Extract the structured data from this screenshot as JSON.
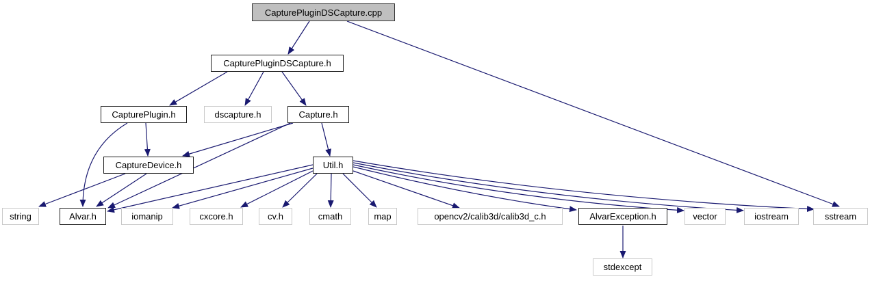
{
  "diagram": {
    "kind": "include-dependency-graph",
    "root_file": "CapturePluginDSCapture.cpp",
    "colors": {
      "edge": "#191970",
      "node_fill": "#ffffff",
      "main_node_fill": "#bfbfbf",
      "doc_node_border": "#1c1c1c",
      "plain_node_border": "#c8c8c8",
      "text": "#000000",
      "background": "#ffffff"
    }
  },
  "nodes": [
    {
      "id": "cpp",
      "label": "CapturePluginDSCapture.cpp",
      "type": "main"
    },
    {
      "id": "hdr",
      "label": "CapturePluginDSCapture.h",
      "type": "doc"
    },
    {
      "id": "captureplugin",
      "label": "CapturePlugin.h",
      "type": "doc"
    },
    {
      "id": "dscapture",
      "label": "dscapture.h",
      "type": "plain"
    },
    {
      "id": "capture",
      "label": "Capture.h",
      "type": "doc"
    },
    {
      "id": "capturedevice",
      "label": "CaptureDevice.h",
      "type": "doc"
    },
    {
      "id": "util",
      "label": "Util.h",
      "type": "doc"
    },
    {
      "id": "string",
      "label": "string",
      "type": "plain"
    },
    {
      "id": "alvar",
      "label": "Alvar.h",
      "type": "doc"
    },
    {
      "id": "iomanip",
      "label": "iomanip",
      "type": "plain"
    },
    {
      "id": "cxcore",
      "label": "cxcore.h",
      "type": "plain"
    },
    {
      "id": "cv",
      "label": "cv.h",
      "type": "plain"
    },
    {
      "id": "cmath",
      "label": "cmath",
      "type": "plain"
    },
    {
      "id": "map",
      "label": "map",
      "type": "plain"
    },
    {
      "id": "calib3d",
      "label": "opencv2/calib3d/calib3d_c.h",
      "type": "plain"
    },
    {
      "id": "alvarexception",
      "label": "AlvarException.h",
      "type": "doc"
    },
    {
      "id": "vector",
      "label": "vector",
      "type": "plain"
    },
    {
      "id": "iostream",
      "label": "iostream",
      "type": "plain"
    },
    {
      "id": "sstream",
      "label": "sstream",
      "type": "plain"
    },
    {
      "id": "stdexcept",
      "label": "stdexcept",
      "type": "plain"
    }
  ],
  "edges": [
    {
      "from": "cpp",
      "to": "hdr"
    },
    {
      "from": "cpp",
      "to": "sstream"
    },
    {
      "from": "hdr",
      "to": "captureplugin"
    },
    {
      "from": "hdr",
      "to": "dscapture"
    },
    {
      "from": "hdr",
      "to": "capture"
    },
    {
      "from": "captureplugin",
      "to": "capturedevice"
    },
    {
      "from": "captureplugin",
      "to": "alvar"
    },
    {
      "from": "capture",
      "to": "capturedevice"
    },
    {
      "from": "capture",
      "to": "alvar"
    },
    {
      "from": "capture",
      "to": "util"
    },
    {
      "from": "capturedevice",
      "to": "string"
    },
    {
      "from": "capturedevice",
      "to": "alvar"
    },
    {
      "from": "util",
      "to": "alvar"
    },
    {
      "from": "util",
      "to": "iomanip"
    },
    {
      "from": "util",
      "to": "cxcore"
    },
    {
      "from": "util",
      "to": "cv"
    },
    {
      "from": "util",
      "to": "cmath"
    },
    {
      "from": "util",
      "to": "map"
    },
    {
      "from": "util",
      "to": "calib3d"
    },
    {
      "from": "util",
      "to": "alvarexception"
    },
    {
      "from": "util",
      "to": "vector"
    },
    {
      "from": "util",
      "to": "iostream"
    },
    {
      "from": "util",
      "to": "sstream"
    },
    {
      "from": "alvarexception",
      "to": "stdexcept"
    }
  ]
}
